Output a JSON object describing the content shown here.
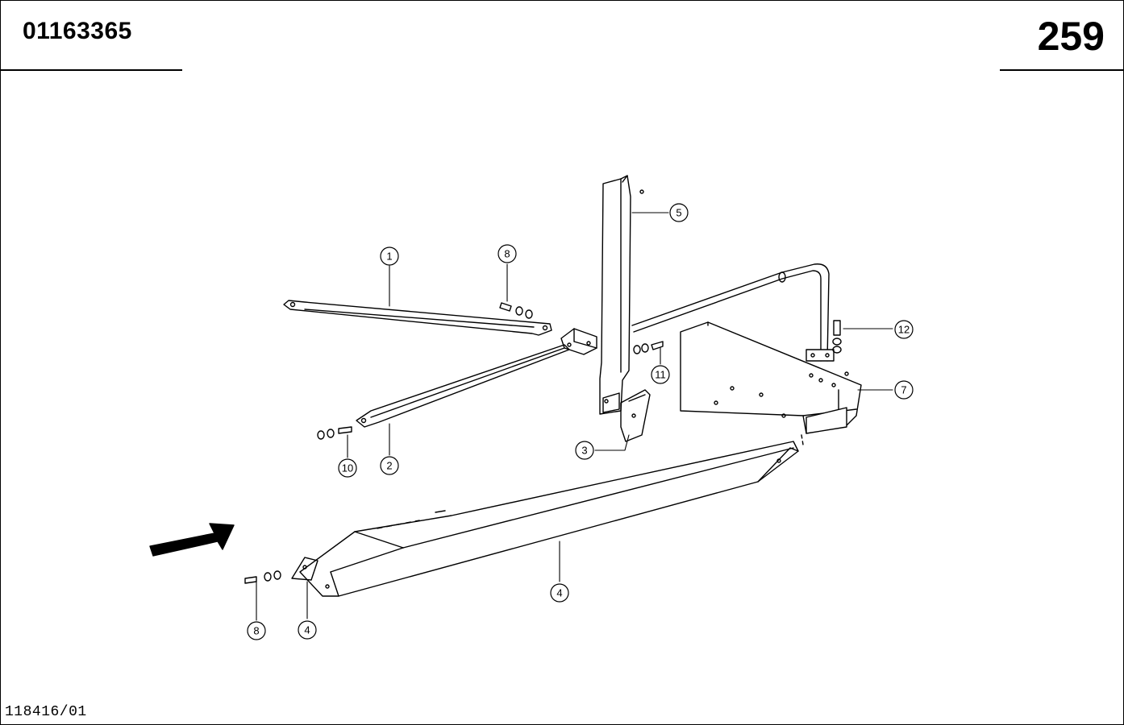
{
  "header": {
    "document_number": "01163365",
    "page_number": "259"
  },
  "footer": {
    "drawing_reference": "118416/01"
  },
  "part_labels": [
    {
      "id": "label-1",
      "text": "1"
    },
    {
      "id": "label-2",
      "text": "2"
    },
    {
      "id": "label-3",
      "text": "3"
    },
    {
      "id": "label-4a",
      "text": "4"
    },
    {
      "id": "label-4b",
      "text": "4"
    },
    {
      "id": "label-5",
      "text": "5"
    },
    {
      "id": "label-7",
      "text": "7"
    },
    {
      "id": "label-8a",
      "text": "8"
    },
    {
      "id": "label-8b",
      "text": "8"
    },
    {
      "id": "label-10",
      "text": "10"
    },
    {
      "id": "label-11",
      "text": "11"
    },
    {
      "id": "label-12",
      "text": "12"
    }
  ]
}
